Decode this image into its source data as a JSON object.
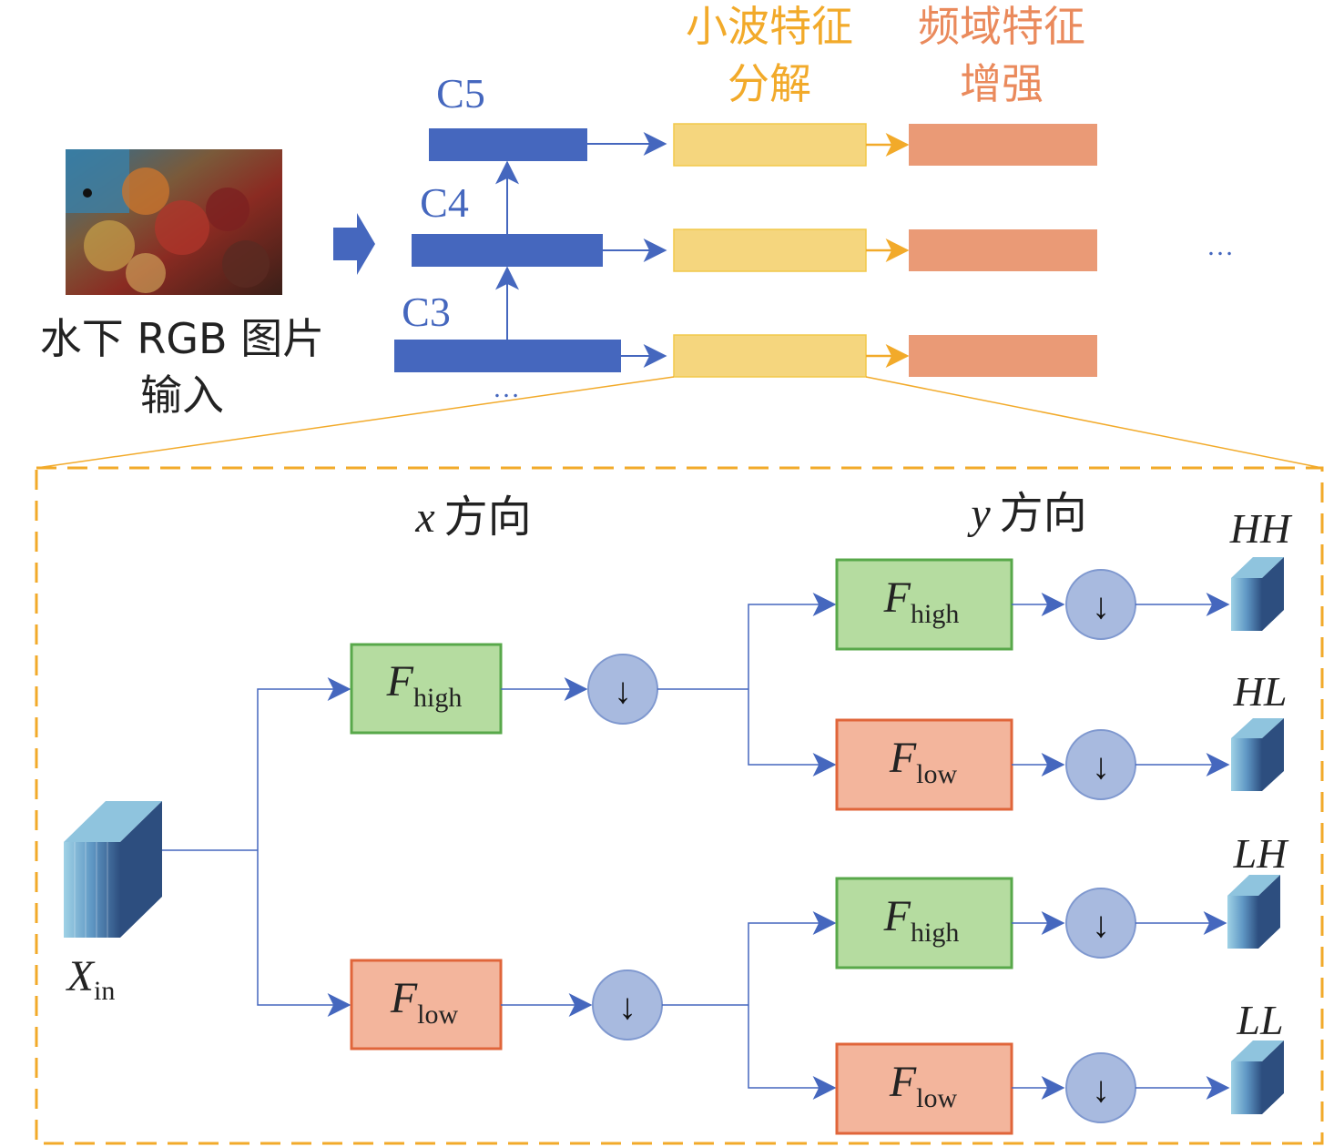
{
  "input": {
    "label_line1": "水下 RGB 图片",
    "label_line2": "输入"
  },
  "pyramid": {
    "levels": [
      "C5",
      "C4",
      "C3"
    ],
    "bottom_ellipsis": "…",
    "right_ellipsis": "…"
  },
  "stages": {
    "wavelet_line1": "小波特征",
    "wavelet_line2": "分解",
    "freq_line1": "频域特征",
    "freq_line2": "增强"
  },
  "detail": {
    "x_dir": "x",
    "y_dir": "y",
    "dir_word": "方向",
    "input_symbol": "X",
    "input_sub": "in",
    "filter_symbol": "F",
    "high_sub": "high",
    "low_sub": "low",
    "downsample": "↓",
    "outputs": [
      "HH",
      "HL",
      "LH",
      "LL"
    ]
  },
  "colors": {
    "feature_blue": "#4567be",
    "wavelet_yellow": "#f5d67e",
    "freq_orange": "#ea9a76",
    "accent_orange": "#f2aa2a",
    "high_green": "#b5dca0",
    "low_salmon": "#f3b59c",
    "circle_blue": "#a8badf"
  }
}
